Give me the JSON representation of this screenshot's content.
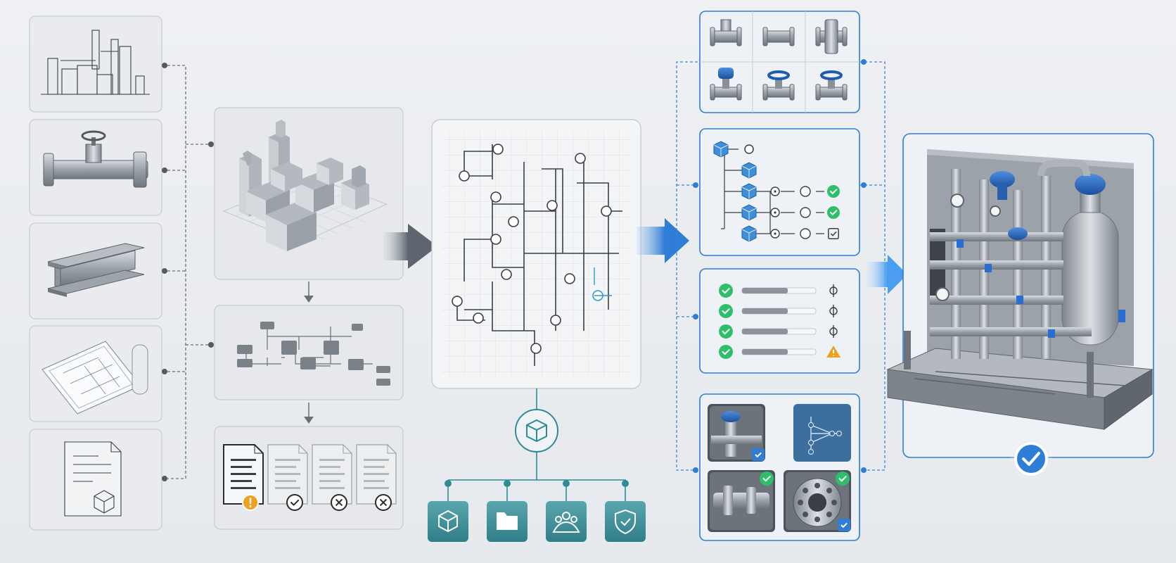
{
  "colors": {
    "background": "#eaecef",
    "accent_blue": "#2f7dd6",
    "teal": "#3b8f98",
    "success_green": "#2fbf6a",
    "warning_orange": "#f0a020",
    "error_dark": "#2a2a2a",
    "steel_gray": "#9aa0a8"
  },
  "inputs": {
    "items": [
      {
        "icon": "industrial-plant-icon"
      },
      {
        "icon": "pipe-valve-icon"
      },
      {
        "icon": "steel-i-beam-icon"
      },
      {
        "icon": "blueprint-drawings-icon"
      },
      {
        "icon": "spec-document-icon"
      }
    ]
  },
  "processing": {
    "model_3d": {
      "icon": "3d-block-model-icon"
    },
    "flowchart": {
      "icon": "process-flow-icon"
    },
    "documents": {
      "items": [
        {
          "status": "warning"
        },
        {
          "status": "approved"
        },
        {
          "status": "rejected"
        },
        {
          "status": "rejected"
        }
      ]
    }
  },
  "schematic": {
    "icon": "pid-schematic-icon"
  },
  "platform": {
    "hub": {
      "icon": "cube-hub-icon"
    },
    "modules": [
      {
        "icon": "cube-icon"
      },
      {
        "icon": "folder-icon"
      },
      {
        "icon": "team-icon"
      },
      {
        "icon": "shield-check-icon"
      }
    ]
  },
  "outputs": {
    "component_library": {
      "items": [
        {
          "icon": "pipe-tee-icon"
        },
        {
          "icon": "pipe-reducer-icon"
        },
        {
          "icon": "pipe-coupling-icon"
        },
        {
          "icon": "blue-valve-icon"
        },
        {
          "icon": "blue-valve-icon"
        },
        {
          "icon": "blue-globe-valve-icon"
        }
      ]
    },
    "hierarchy": {
      "rows": [
        {
          "status": "check"
        },
        {
          "status": "check"
        },
        {
          "status": "pending"
        }
      ]
    },
    "checklist": {
      "items": [
        {
          "status": "ok",
          "progress": 0.62
        },
        {
          "status": "ok",
          "progress": 0.62
        },
        {
          "status": "ok",
          "progress": 0.62
        },
        {
          "status": "ok",
          "progress": 0.62,
          "alert": "warning"
        }
      ]
    },
    "review_gallery": {
      "items": [
        {
          "icon": "valve-assembly-photo",
          "verified": "blue"
        },
        {
          "icon": "blueprint-thumbnail",
          "verified": "none"
        },
        {
          "icon": "pipe-fitting-photo",
          "verified": "green"
        },
        {
          "icon": "flange-photo",
          "verified": "both"
        }
      ]
    }
  },
  "final": {
    "icon": "skid-assembly-icon",
    "status": "approved"
  }
}
